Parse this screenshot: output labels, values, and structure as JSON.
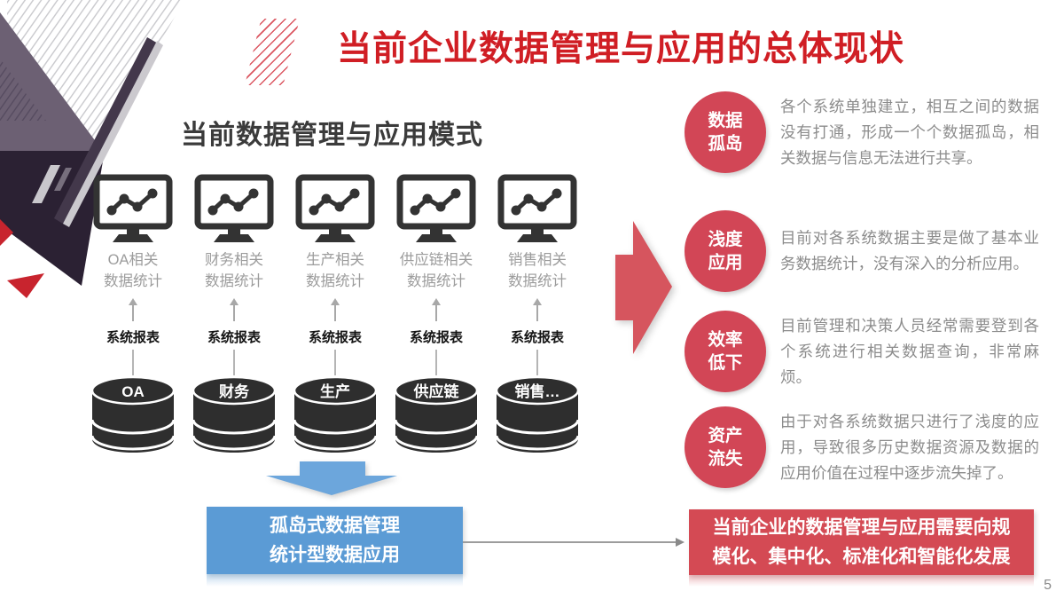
{
  "slide": {
    "title": "当前企业数据管理与应用的总体现状",
    "page_number": "5"
  },
  "left_panel": {
    "heading": "当前数据管理与应用模式",
    "columns": [
      {
        "monitor_line1": "OA相关",
        "monitor_line2": "数据统计",
        "report_label": "系统报表",
        "db_label": "OA"
      },
      {
        "monitor_line1": "财务相关",
        "monitor_line2": "数据统计",
        "report_label": "系统报表",
        "db_label": "财务"
      },
      {
        "monitor_line1": "生产相关",
        "monitor_line2": "数据统计",
        "report_label": "系统报表",
        "db_label": "生产"
      },
      {
        "monitor_line1": "供应链相关",
        "monitor_line2": "数据统计",
        "report_label": "系统报表",
        "db_label": "供应链"
      },
      {
        "monitor_line1": "销售相关",
        "monitor_line2": "数据统计",
        "report_label": "系统报表",
        "db_label": "销售…"
      }
    ],
    "conclusion": {
      "line1": "孤岛式数据管理",
      "line2": "统计型数据应用"
    }
  },
  "right_panel": {
    "issues": [
      {
        "badge_line1": "数据",
        "badge_line2": "孤岛",
        "description": "各个系统单独建立，相互之间的数据没有打通，形成一个个数据孤岛，相关数据与信息无法进行共享。"
      },
      {
        "badge_line1": "浅度",
        "badge_line2": "应用",
        "description": "目前对各系统数据主要是做了基本业务数据统计，没有深入的分析应用。"
      },
      {
        "badge_line1": "效率",
        "badge_line2": "低下",
        "description": "目前管理和决策人员经常需要登到各个系统进行相关数据查询，非常麻烦。"
      },
      {
        "badge_line1": "资产",
        "badge_line2": "流失",
        "description": "由于对各系统数据只进行了浅度的应用，导致很多历史数据资源及数据的应用价值在过程中逐步流失掉了。"
      }
    ],
    "conclusion": {
      "line1": "当前企业的数据管理与应用需要向规",
      "line2": "模化、集中化、标准化和智能化发展"
    }
  },
  "colors": {
    "title_red": "#D01E24",
    "badge_red": "#D24656",
    "arrow_red": "#D6555E",
    "box_red": "#D44A54",
    "box_blue": "#5B9BD5",
    "arrow_blue": "#6CA6DC",
    "icon_dark": "#333333",
    "text_gray": "#8C8C8C"
  }
}
